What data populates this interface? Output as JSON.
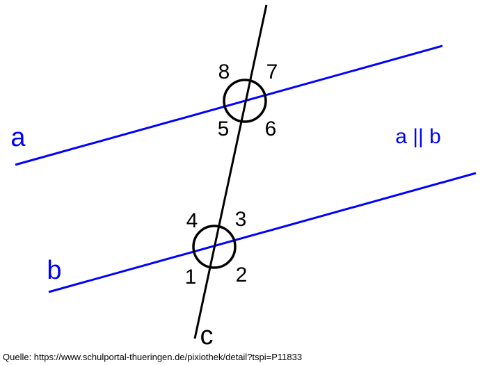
{
  "labels": {
    "line_a": "a",
    "line_b": "b",
    "line_c": "c",
    "parallel_note": "a || b"
  },
  "angles_top": {
    "a8": "8",
    "a7": "7",
    "a5": "5",
    "a6": "6"
  },
  "angles_bottom": {
    "a4": "4",
    "a3": "3",
    "a1": "1",
    "a2": "2"
  },
  "source": "Quelle: https://www.schulportal-thueringen.de/pixiothek/detail?tspi=P11833",
  "colors": {
    "parallel_lines": "#0000ff",
    "transversal": "#000000"
  }
}
